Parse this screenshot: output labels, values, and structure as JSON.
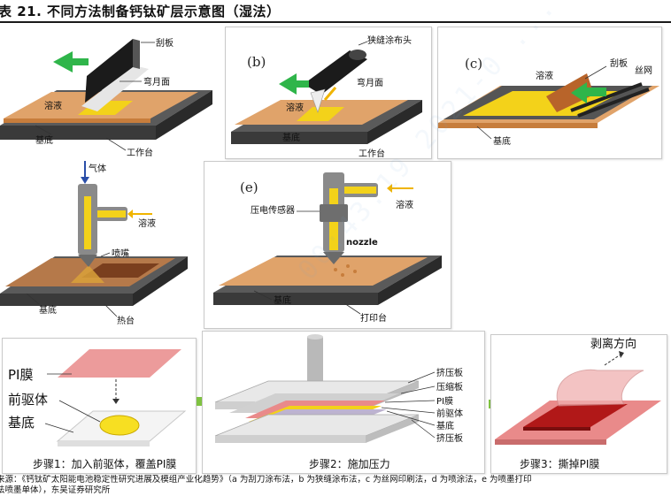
{
  "title": "表 21. 不同方法制备钙钛矿层示意图（湿法）",
  "source_line1": "来源：《钙钛矿太阳能电池稳定性研究进展及模组产业化趋势》（a 为刮刀涂布法，b 为狭缝涂布法，c 为丝网印刷法，d 为喷涂法，e 为喷墨打印",
  "source_line2": "法喷墨单体），东吴证券研究所",
  "watermark": "00:43:19 2021-0 ... 28",
  "panel_a": {
    "blade": "刮板",
    "meniscus": "弯月面",
    "solution": "溶液",
    "substrate": "基底",
    "table": "工作台"
  },
  "panel_b": {
    "tag": "(b)",
    "head": "狭缝涂布头",
    "meniscus": "弯月面",
    "solution": "溶液",
    "substrate": "基底",
    "table": "工作台"
  },
  "panel_c": {
    "tag": "(c)",
    "solution": "溶液",
    "blade": "刮板",
    "mesh": "丝网",
    "substrate": "基底"
  },
  "panel_d": {
    "gas": "气体",
    "solution": "溶液",
    "nozzle": "喷嘴",
    "substrate": "基底",
    "table": "热台"
  },
  "panel_e": {
    "tag": "(e)",
    "sensor": "压电传感器",
    "solution": "溶液",
    "nozzle": "nozzle",
    "substrate": "基底",
    "table": "打印台"
  },
  "step1": {
    "film": "PI膜",
    "precursor": "前驱体",
    "substrate": "基底",
    "caption": "步骤1：加入前驱体，覆盖PI膜"
  },
  "step2": {
    "labels": [
      "挤压板",
      "压缩板",
      "PI膜",
      "前驱体",
      "基底",
      "挤压板"
    ],
    "caption": "步骤2：施加压力"
  },
  "step3": {
    "direction": "剥离方向",
    "caption": "步骤3：撕掉PI膜"
  },
  "colors": {
    "arrow_green": "#2fb54a",
    "substrate_tan": "#e0a36a",
    "solution_yellow": "#f3d21a",
    "film_pink": "#e98a8a",
    "perovskite_red": "#b11818",
    "frame_gray": "#4a4a4a",
    "solution_arrow": "#f0b400"
  }
}
